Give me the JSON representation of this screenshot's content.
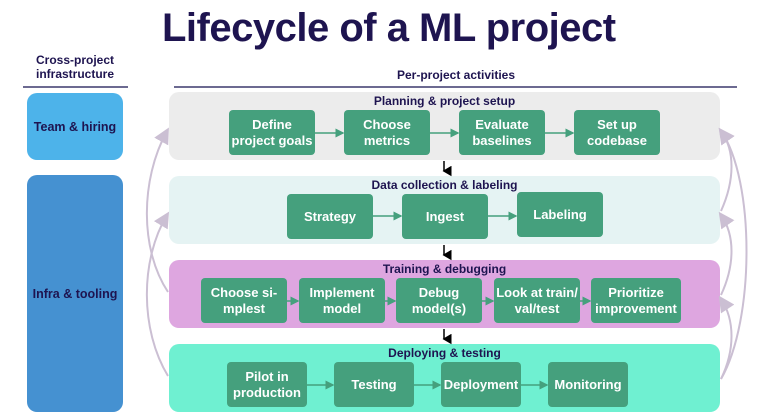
{
  "title": "Lifecycle of a ML project",
  "cross_project": {
    "heading": "Cross-project infrastructure",
    "items": [
      {
        "label": "Team & hiring",
        "color": "#4db3ea"
      },
      {
        "label": "Infra & tooling",
        "color": "#4591d1"
      }
    ]
  },
  "per_project": {
    "heading": "Per-project activities",
    "stages": [
      {
        "title": "Planning & project setup",
        "color": "#ececec",
        "steps": [
          "Define project goals",
          "Choose metrics",
          "Evaluate baselines",
          "Set up codebase"
        ]
      },
      {
        "title": "Data collection & labeling",
        "color": "#e5f3f3",
        "steps": [
          "Strategy",
          "Ingest",
          "Labeling"
        ]
      },
      {
        "title": "Training & debugging",
        "color": "#dea6e0",
        "steps": [
          "Choose si-mplest",
          "Implement model",
          "Debug model(s)",
          "Look at train/ val/test",
          "Prioritize improvement"
        ]
      },
      {
        "title": "Deploying & testing",
        "color": "#6ff0d1",
        "steps": [
          "Pilot in production",
          "Testing",
          "Deployment",
          "Monitoring"
        ]
      }
    ]
  },
  "colors": {
    "step_fill": "#45a07d",
    "title_text": "#1e1450",
    "feedback_arrow": "#cbbfd3",
    "flow_arrow": "#45a07d"
  }
}
